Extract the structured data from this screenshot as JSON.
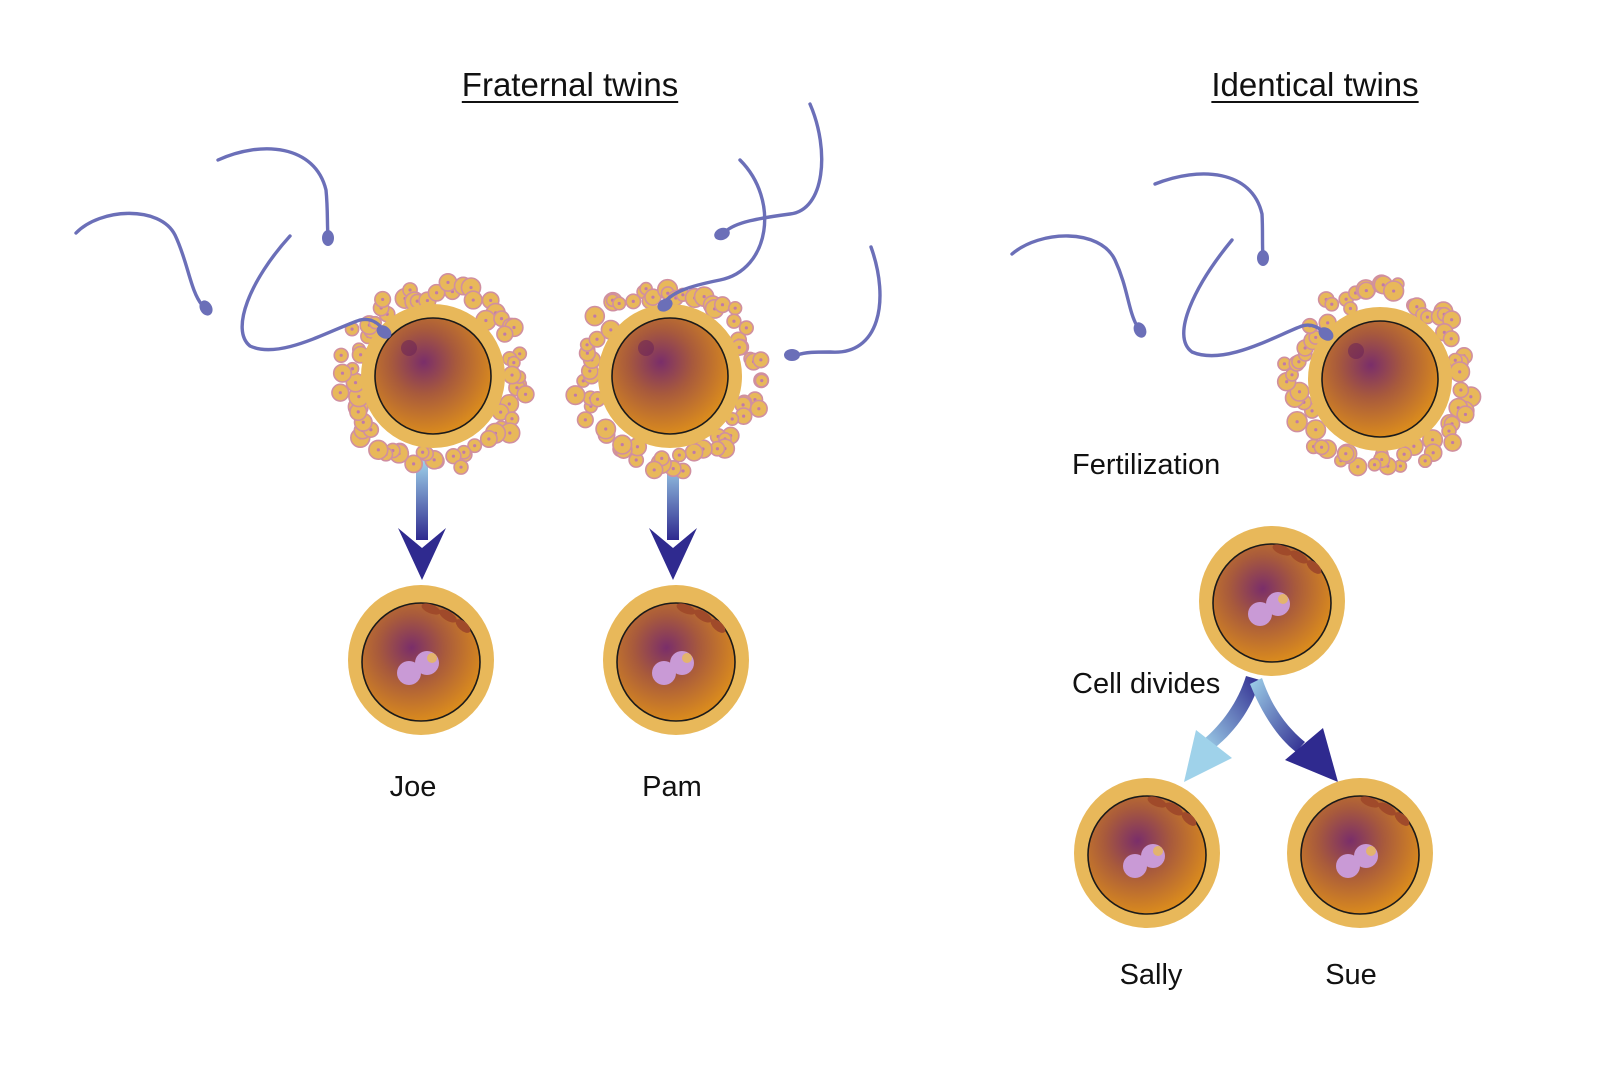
{
  "headings": {
    "fraternal": "Fraternal twins",
    "identical": "Identical twins"
  },
  "steps": {
    "fertilization": "Fertilization",
    "cell_divides": "Cell divides"
  },
  "names": {
    "joe": "Joe",
    "pam": "Pam",
    "sally": "Sally",
    "sue": "Sue"
  },
  "colors": {
    "sperm": "#6b6fb8",
    "zona": "#e8b85a",
    "cytoplasm_outer": "#d98a1e",
    "cytoplasm_inner": "#7a2e6a",
    "nucleus": "#c99ad6",
    "arrow_dark": "#2f2a8f",
    "arrow_light": "#9fd2ea"
  }
}
